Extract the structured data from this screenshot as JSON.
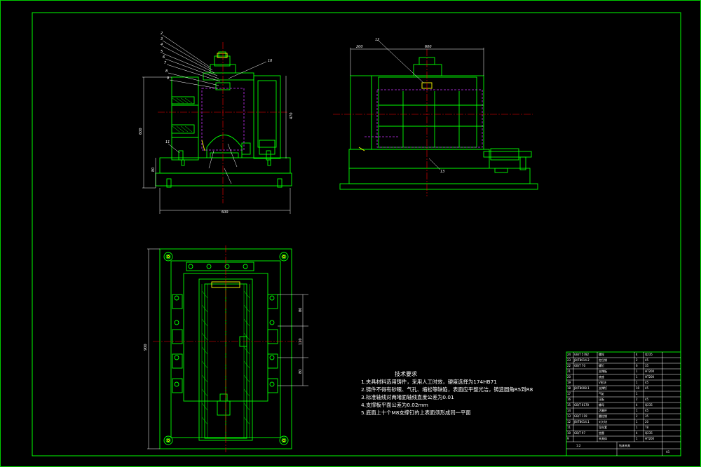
{
  "drawing": {
    "colors": {
      "background": "#000000",
      "frame": "#00ff00",
      "geometry": "#00ff00",
      "hidden_lines": "#cc33ff",
      "centerlines": "#ff0000",
      "dimensions": "#ffffff",
      "text": "#ffffff",
      "highlight": "#ffff00"
    },
    "front_view": {
      "balloons": [
        "2",
        "3",
        "4",
        "5",
        "6",
        "7",
        "8",
        "9",
        "10",
        "11"
      ],
      "dims": {
        "overall_width": "600",
        "overall_height": "600",
        "base_height": "80",
        "right_height": "470"
      }
    },
    "side_view": {
      "balloons": [
        "12",
        "13"
      ],
      "dims": {
        "top_left": "200",
        "top_width": "600"
      }
    },
    "plan_view": {
      "dims": {
        "overall_height": "900",
        "pitch_a": "80",
        "pitch_b": "120",
        "pitch_c": "80"
      }
    }
  },
  "technical_notes": {
    "title": "技术要求",
    "lines": [
      "1.夹具材料选用铸件，采用人工时效，硬度选择为174HB71",
      "2.铸件不得有砂眼、气孔、缩松等缺陷，表面应平整光洁，铸造圆角R5到R8",
      "3.标准轴线对两堵面轴线直度公差为0.01",
      "4.支撑板平面公差为0.02mm",
      "5.底面上十个M8支撑钉的上表面须形成同一平面"
    ]
  },
  "title_block": {
    "rows": [
      [
        "24",
        "GB/T 5782",
        "螺栓",
        "4",
        "Q235"
      ],
      [
        "23",
        "JB/T8014.2",
        "定位销",
        "2",
        "45"
      ],
      [
        "22",
        "GB/T 70",
        "螺钉",
        "6",
        "35"
      ],
      [
        "21",
        "",
        "支撑板",
        "1",
        "HT200"
      ],
      [
        "20",
        "",
        "底座",
        "1",
        "HT200"
      ],
      [
        "19",
        "",
        "V形块",
        "1",
        "45"
      ],
      [
        "18",
        "JB/T8008.1",
        "支撑钉",
        "10",
        "45"
      ],
      [
        "17",
        "",
        "气缸",
        "1",
        ""
      ],
      [
        "16",
        "",
        "压板",
        "2",
        "45"
      ],
      [
        "15",
        "GB/T 6170",
        "螺母",
        "4",
        "Q235"
      ],
      [
        "14",
        "",
        "活塞杆",
        "1",
        "45"
      ],
      [
        "13",
        "GB/T 119",
        "圆柱销",
        "2",
        "35"
      ],
      [
        "12",
        "JB/T8014.1",
        "对刀块",
        "1",
        "20"
      ],
      [
        "11",
        "",
        "导向套",
        "1",
        "T8"
      ],
      [
        "10",
        "GB/T 97",
        "垫圈",
        "4",
        "Q235"
      ],
      [
        "9",
        "",
        "夹具体",
        "1",
        "HT200"
      ]
    ],
    "name": "钻床夹具",
    "scale": "1:2",
    "sheet": "A1"
  }
}
